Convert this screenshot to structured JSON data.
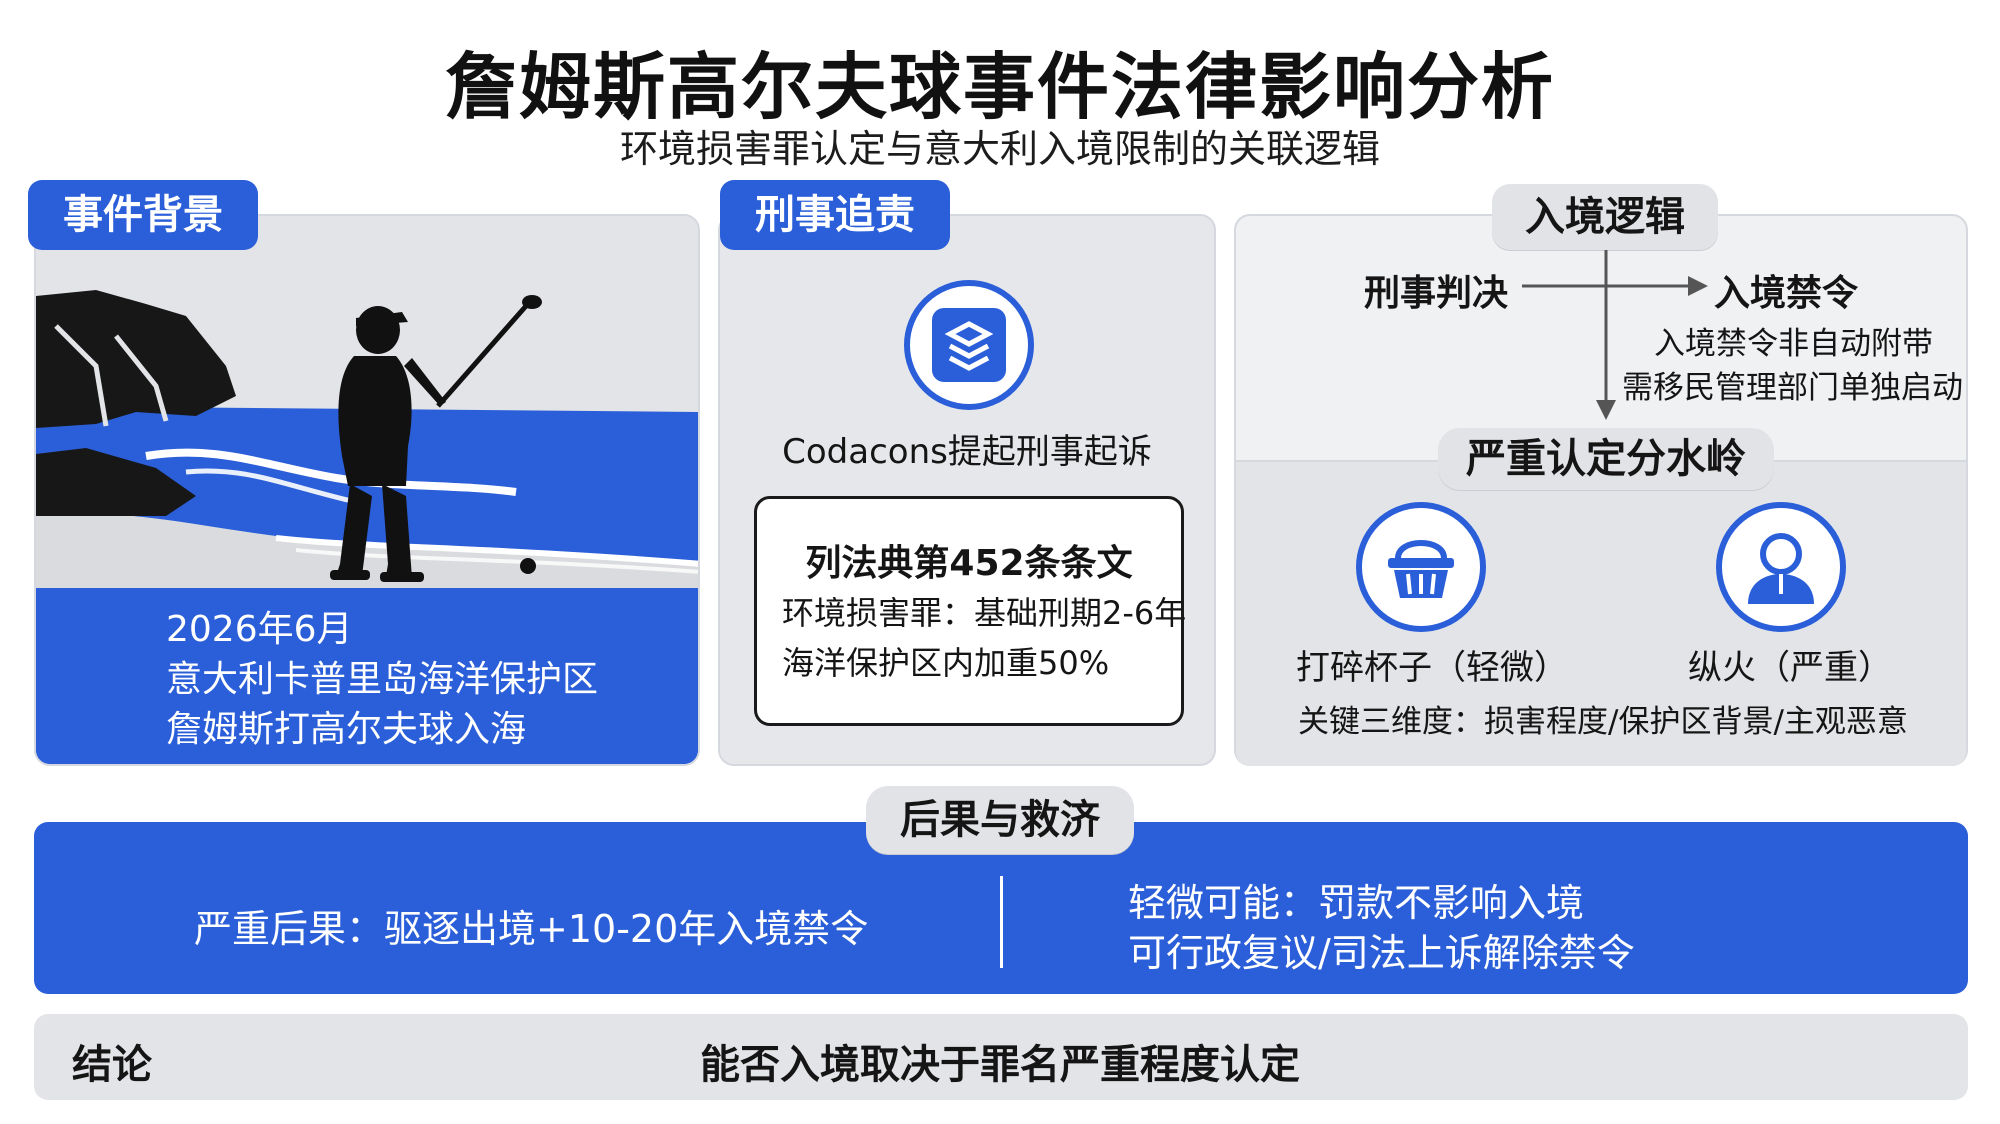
{
  "header": {
    "title": "詹姆斯高尔夫球事件法律影响分析",
    "subtitle": "环境损害罪认定与意大利入境限制的关联逻辑"
  },
  "background_panel": {
    "label": "事件背景",
    "lines": [
      "2026年6月",
      "意大利卡普里岛海洋保护区",
      "詹姆斯打高尔夫球入海"
    ]
  },
  "prosecution_panel": {
    "label": "刑事追责",
    "icon": "codacons-logo-icon",
    "caption": "Codacons提起刑事起诉",
    "box_title": "列法典第452条条文",
    "box_lines": [
      "环境损害罪：基础刑期2-6年",
      "海洋保护区内加重50%"
    ]
  },
  "entry_panel": {
    "label": "入境逻辑",
    "flow_from": "刑事判决",
    "flow_to": "入境禁令",
    "notes": [
      "入境禁令非自动附带",
      "需移民管理部门单独启动"
    ],
    "watershed_label": "严重认定分水岭",
    "left_case": {
      "icon": "basket-icon",
      "label": "打碎杯子（轻微）"
    },
    "right_case": {
      "icon": "person-icon",
      "label": "纵火（严重）"
    },
    "key_dimensions": "关键三维度：损害程度/保护区背景/主观恶意"
  },
  "consequence": {
    "label": "后果与救济",
    "severe": "严重后果：驱逐出境+10-20年入境禁令",
    "minor_lines": [
      "轻微可能：罚款不影响入境",
      "可行政复议/司法上诉解除禁令"
    ]
  },
  "conclusion": {
    "label": "结论",
    "text": "能否入境取决于罪名严重程度认定"
  },
  "colors": {
    "accent_blue": "#2b5fd9",
    "panel_grey": "#e6e7ea",
    "text_dark": "#151515"
  }
}
